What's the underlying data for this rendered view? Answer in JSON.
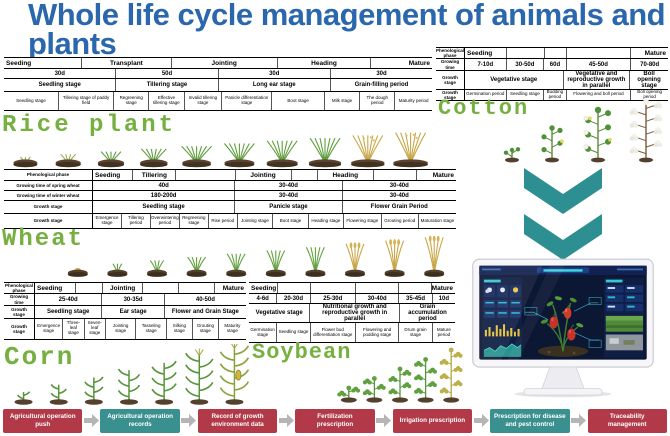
{
  "title": "Whole life cycle management of animals and plants",
  "colors": {
    "title_blue": "#2b67ad",
    "label_green": "#76b041",
    "chevron_teal": "#2e8f92",
    "flow_red": "#b23a48",
    "flow_teal": "#3a8f8f",
    "arrow_gray": "#b5b5b5"
  },
  "crops": {
    "rice": {
      "label": "Rice plant",
      "table": {
        "rows": [
          {
            "cls": "phase",
            "cells": [
              {
                "t": "Seeding",
                "s": 0.9,
                "a": "l"
              },
              {
                "t": "Transplant",
                "s": 1.05
              },
              {
                "t": "Jointing",
                "s": 1.25
              },
              {
                "t": "Heading",
                "s": 1.1
              },
              {
                "t": "Mature",
                "s": 0.7,
                "a": "r"
              }
            ]
          },
          {
            "cls": "dur",
            "cells": [
              {
                "t": "30d",
                "s": 1.05
              },
              {
                "t": "50d",
                "s": 0.95
              },
              {
                "t": "30d",
                "s": 1.05
              },
              {
                "t": "30d",
                "s": 0.95
              }
            ]
          },
          {
            "cls": "stage",
            "cells": [
              {
                "t": "Seedling stage",
                "s": 1.05
              },
              {
                "t": "Tillering stage",
                "s": 0.95
              },
              {
                "t": "Long ear stage",
                "s": 1.05
              },
              {
                "t": "Grain-filling period",
                "s": 0.95
              }
            ]
          },
          {
            "cls": "sub",
            "cells": [
              {
                "t": "Seedling stage",
                "s": 1.05
              },
              {
                "t": "Tillering stage of paddy field",
                "s": 1.05
              },
              {
                "t": "Regreening stage",
                "s": 0.65
              },
              {
                "t": "Effective tillering stage",
                "s": 0.65
              },
              {
                "t": "Invalid tillering stage",
                "s": 0.7
              },
              {
                "t": "Panicle differentiation stage",
                "s": 0.95
              },
              {
                "t": "Boot stage",
                "s": 1.0
              },
              {
                "t": "Milk stage",
                "s": 0.65
              },
              {
                "t": "The dough period",
                "s": 0.65
              },
              {
                "t": "Maturity period",
                "s": 0.7
              }
            ]
          }
        ]
      }
    },
    "cotton": {
      "label": "Cotton",
      "table": {
        "has_left": true,
        "rows": [
          {
            "cls": "phase",
            "label": "Phenological phase",
            "cells": [
              {
                "t": "Seeding",
                "s": 1.0,
                "a": "l"
              },
              {
                "t": "",
                "s": 0.9
              },
              {
                "t": "",
                "s": 0.5
              },
              {
                "t": "",
                "s": 1.6
              },
              {
                "t": "Mature",
                "s": 0.9,
                "a": "r"
              }
            ]
          },
          {
            "cls": "dur",
            "label": "Growing time",
            "cells": [
              {
                "t": "7-10d",
                "s": 1.0
              },
              {
                "t": "30-50d",
                "s": 0.9
              },
              {
                "t": "60d",
                "s": 0.5
              },
              {
                "t": "45-50d",
                "s": 1.6
              },
              {
                "t": "70-80d",
                "s": 0.9
              }
            ]
          },
          {
            "cls": "stage",
            "label": "Growth stage",
            "cells": [
              {
                "t": "Vegetative stage",
                "s": 2.4
              },
              {
                "t": "Vegetative and reproductive growth in parallel",
                "s": 1.6
              },
              {
                "t": "Boll opening stage",
                "s": 0.9
              }
            ]
          },
          {
            "cls": "sub",
            "label": "Growth stage",
            "cells": [
              {
                "t": "Germination period",
                "s": 1.0
              },
              {
                "t": "Seedling stage",
                "s": 0.9
              },
              {
                "t": "Budding period",
                "s": 0.5
              },
              {
                "t": "Flowering and boll period",
                "s": 1.6
              },
              {
                "t": "Boll opening period",
                "s": 0.9
              }
            ]
          }
        ]
      }
    },
    "wheat": {
      "label": "Wheat",
      "table": {
        "has_left": true,
        "rows": [
          {
            "cls": "phase",
            "label": "Phenological phase",
            "cells": [
              {
                "t": "Seeding",
                "s": 0.55,
                "a": "l"
              },
              {
                "t": "Tillering",
                "s": 0.6
              },
              {
                "t": "",
                "s": 0.85
              },
              {
                "t": "Jointing",
                "s": 0.8
              },
              {
                "t": "",
                "s": 0.35
              },
              {
                "t": "Heading",
                "s": 0.8
              },
              {
                "t": "",
                "s": 0.6
              },
              {
                "t": "Mature",
                "s": 0.55,
                "a": "r"
              }
            ]
          },
          {
            "cls": "dur",
            "label": "Growing time of spring wheat",
            "cells": [
              {
                "t": "40d",
                "s": 2.0
              },
              {
                "t": "30-40d",
                "s": 1.5
              },
              {
                "t": "30-40d",
                "s": 1.6
              }
            ]
          },
          {
            "cls": "dur",
            "label": "Growing time of winter wheat",
            "cells": [
              {
                "t": "180-200d",
                "s": 2.0
              },
              {
                "t": "30-40d",
                "s": 1.5
              },
              {
                "t": "30-40d",
                "s": 1.6
              }
            ]
          },
          {
            "cls": "stage",
            "label": "Growth stage",
            "cells": [
              {
                "t": "Seedling stage",
                "s": 2.0
              },
              {
                "t": "Panicle stage",
                "s": 1.5
              },
              {
                "t": "Flower Grain Period",
                "s": 1.6
              }
            ]
          },
          {
            "cls": "sub",
            "label": "Growth stage",
            "cells": [
              {
                "t": "Emergence stage",
                "s": 0.4
              },
              {
                "t": "Tillering period",
                "s": 0.4
              },
              {
                "t": "Overwintering period",
                "s": 0.4
              },
              {
                "t": "Regreening stage",
                "s": 0.4
              },
              {
                "t": "Rise period",
                "s": 0.4
              },
              {
                "t": "Jointing stage",
                "s": 0.5
              },
              {
                "t": "Boot stage",
                "s": 0.5
              },
              {
                "t": "Heading stage",
                "s": 0.5
              },
              {
                "t": "Flowering stage",
                "s": 0.53
              },
              {
                "t": "Grouting period",
                "s": 0.53
              },
              {
                "t": "Maturation stage",
                "s": 0.54
              }
            ]
          }
        ]
      }
    },
    "corn": {
      "label": "Corn",
      "table": {
        "has_left": true,
        "rows": [
          {
            "cls": "phase",
            "label": "Phenological phase",
            "cells": [
              {
                "t": "Seeding",
                "s": 0.8,
                "a": "l"
              },
              {
                "t": "",
                "s": 0.5
              },
              {
                "t": "Jointing",
                "s": 0.8
              },
              {
                "t": "",
                "s": 0.7
              },
              {
                "t": "",
                "s": 0.7
              },
              {
                "t": "Mature",
                "s": 0.6,
                "a": "r"
              }
            ]
          },
          {
            "cls": "dur",
            "label": "Growing time",
            "cells": [
              {
                "t": "25-40d",
                "s": 1.3
              },
              {
                "t": "30-35d",
                "s": 1.2
              },
              {
                "t": "40-50d",
                "s": 1.6
              }
            ]
          },
          {
            "cls": "stage",
            "label": "Growth stage",
            "cells": [
              {
                "t": "Seedling stage",
                "s": 1.3
              },
              {
                "t": "Ear stage",
                "s": 1.2
              },
              {
                "t": "Flower and Grain Stage",
                "s": 1.6
              }
            ]
          },
          {
            "cls": "sub",
            "label": "Growth stage",
            "cells": [
              {
                "t": "Emergence stage",
                "s": 0.55
              },
              {
                "t": "Three-leaf stage",
                "s": 0.4
              },
              {
                "t": "Seven-leaf stage",
                "s": 0.4
              },
              {
                "t": "Jointing stage",
                "s": 0.6
              },
              {
                "t": "Tasseling stage",
                "s": 0.6
              },
              {
                "t": "Silking stage",
                "s": 0.5
              },
              {
                "t": "Grouting stage",
                "s": 0.5
              },
              {
                "t": "Maturity stage",
                "s": 0.55
              }
            ]
          }
        ]
      }
    },
    "soybean": {
      "label": "Soybean",
      "table": {
        "rows": [
          {
            "cls": "phase",
            "cells": [
              {
                "t": "Seeding",
                "s": 0.75,
                "a": "l"
              },
              {
                "t": "",
                "s": 0.9
              },
              {
                "t": "",
                "s": 1.25
              },
              {
                "t": "",
                "s": 1.2
              },
              {
                "t": "",
                "s": 0.9
              },
              {
                "t": "Mature",
                "s": 0.6,
                "a": "r"
              }
            ]
          },
          {
            "cls": "dur",
            "cells": [
              {
                "t": "4-6d",
                "s": 0.75
              },
              {
                "t": "20-30d",
                "s": 0.9
              },
              {
                "t": "25-30d",
                "s": 1.25
              },
              {
                "t": "30-40d",
                "s": 1.2
              },
              {
                "t": "35-45d",
                "s": 0.9
              },
              {
                "t": "10d",
                "s": 0.6
              }
            ]
          },
          {
            "cls": "stage",
            "cells": [
              {
                "t": "Vegetative stage",
                "s": 1.65
              },
              {
                "t": "Nutritional growth and reproductive growth in parallel",
                "s": 2.45
              },
              {
                "t": "Grain accumulation period",
                "s": 1.5
              }
            ]
          },
          {
            "cls": "sub",
            "cells": [
              {
                "t": "Germination stage",
                "s": 0.75
              },
              {
                "t": "Seedling stage",
                "s": 0.9
              },
              {
                "t": "Flower bud differentiation stage",
                "s": 1.25
              },
              {
                "t": "Flowering and podding stage",
                "s": 1.2
              },
              {
                "t": "Drum grain stage",
                "s": 0.9
              },
              {
                "t": "Mature period",
                "s": 0.6
              }
            ]
          }
        ]
      }
    }
  },
  "flow": {
    "steps": [
      {
        "label": "Agricultural operation push",
        "color": "red"
      },
      {
        "label": "Agricultural operation records",
        "color": "teal"
      },
      {
        "label": "Record of growth environment data",
        "color": "red"
      },
      {
        "label": "Fertilization prescription",
        "color": "red"
      },
      {
        "label": "Irrigation prescription",
        "color": "red"
      },
      {
        "label": "Prescription for disease and pest control",
        "color": "teal"
      },
      {
        "label": "Traceability management",
        "color": "red"
      }
    ]
  }
}
